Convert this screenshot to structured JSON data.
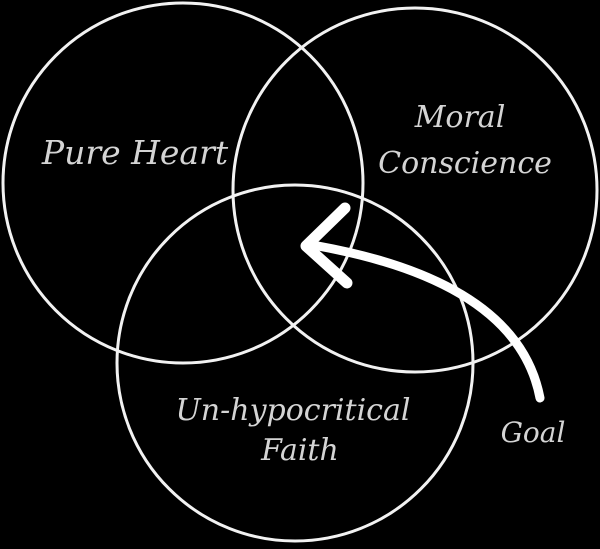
{
  "diagram": {
    "type": "venn",
    "background_color": "#000000",
    "line_color": "#f2f2f2",
    "text_color": "#d4d4d4",
    "sets": [
      {
        "label_lines": [
          "Pure Heart"
        ]
      },
      {
        "label_lines": [
          "Moral",
          "Conscience"
        ]
      },
      {
        "label_lines": [
          "Un-hypocritical",
          "Faith"
        ]
      }
    ],
    "arrow": {
      "label": "Goal",
      "target": "intersection of all three circles"
    }
  }
}
